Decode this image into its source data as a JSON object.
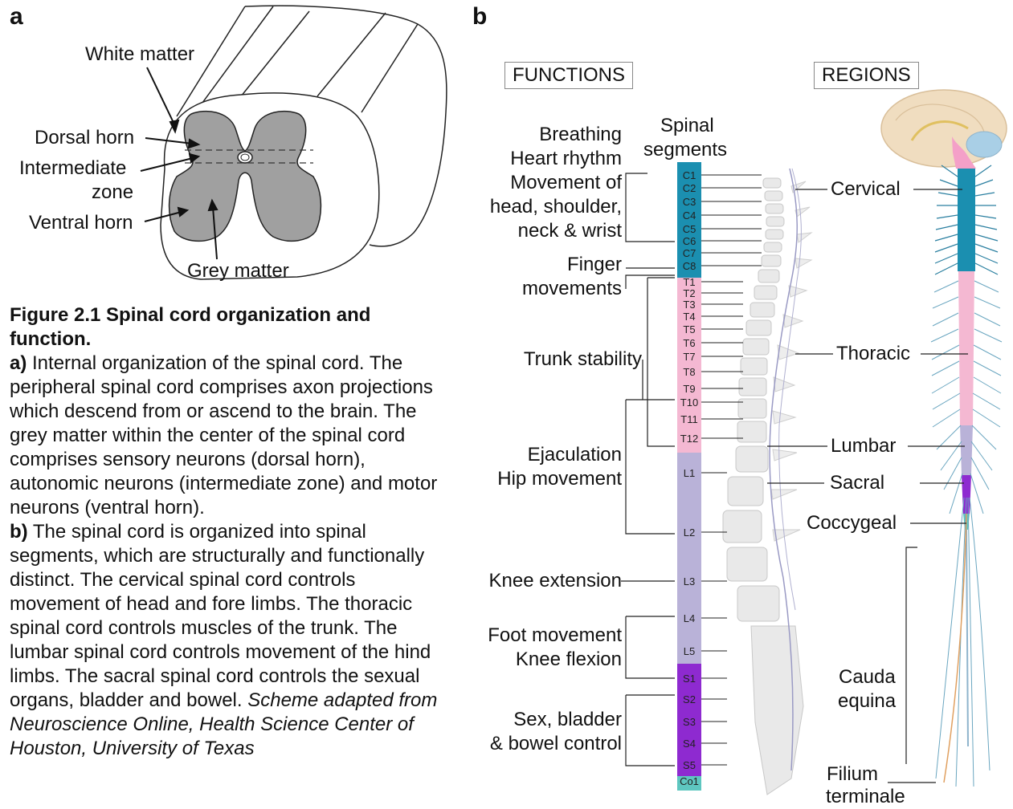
{
  "panel_a_letter": "a",
  "panel_b_letter": "b",
  "panel_a": {
    "white_matter": "White matter",
    "dorsal_horn": "Dorsal horn",
    "intermediate_zone_1": "Intermediate",
    "intermediate_zone_2": "zone",
    "ventral_horn": "Ventral horn",
    "grey_matter": "Grey matter"
  },
  "caption": {
    "title": "Figure 2.1 Spinal cord organization and function.",
    "a_marker": "a)",
    "a_text": " Internal organization of the spinal cord. The peripheral spinal cord comprises axon projections which descend from or ascend to the brain. The grey matter within the center of the spinal cord comprises sensory neurons (dorsal horn), autonomic neurons (intermediate zone) and motor neurons (ventral horn).",
    "b_marker": "b)",
    "b_text": " The spinal cord is organized into spinal segments, which are structurally and functionally distinct. The cervical spinal cord controls movement of head and fore limbs. The thoracic spinal cord controls muscles of the trunk. The lumbar spinal cord controls movement of the hind limbs. The sacral spinal cord controls the sexual organs, bladder and bowel.",
    "b_italic": " Scheme adapted from Neuroscience Online, Health Science Center of Houston, University of Texas"
  },
  "panel_b": {
    "functions_heading": "FUNCTIONS",
    "regions_heading": "REGIONS",
    "spinal_segments_1": "Spinal",
    "spinal_segments_2": "segments",
    "functions": {
      "breathing": "Breathing",
      "heart_rhythm": "Heart rhythm",
      "movement_of": "Movement of",
      "head_shoulder": "head, shoulder,",
      "neck_wrist": "neck & wrist",
      "finger": "Finger",
      "movements": "movements",
      "trunk_stability": "Trunk stability",
      "ejaculation": "Ejaculation",
      "hip_movement": "Hip movement",
      "knee_extension": "Knee extension",
      "foot_movement": "Foot movement",
      "knee_flexion": "Knee flexion",
      "sex_bladder": "Sex, bladder",
      "bowel_control": "& bowel control"
    },
    "regions": {
      "cervical": "Cervical",
      "thoracic": "Thoracic",
      "lumbar": "Lumbar",
      "sacral": "Sacral",
      "coccygeal": "Coccygeal",
      "cauda_1": "Cauda",
      "cauda_2": "equina",
      "filium_1": "Filium",
      "filium_2": "terminale"
    },
    "segments": [
      "C1",
      "C2",
      "C3",
      "C4",
      "C5",
      "C6",
      "C7",
      "C8",
      "T1",
      "T2",
      "T3",
      "T4",
      "T5",
      "T6",
      "T7",
      "T8",
      "T9",
      "T10",
      "T11",
      "T12",
      "L1",
      "L2",
      "L3",
      "L4",
      "L5",
      "S1",
      "S2",
      "S3",
      "S4",
      "S5",
      "Co1"
    ],
    "colors": {
      "cervical": "#1b8fb0",
      "thoracic": "#f4b8d2",
      "lumbar": "#b9b2d8",
      "sacral": "#8e2ad0",
      "coccygeal": "#5ec6c0",
      "grey_matter": "#a0a0a0"
    }
  }
}
